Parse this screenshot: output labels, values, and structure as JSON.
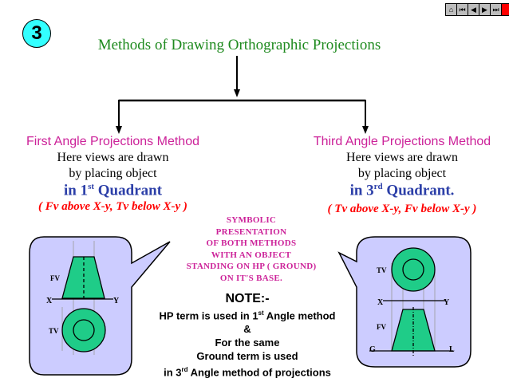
{
  "slide": {
    "number": "3",
    "title": "Methods of Drawing Orthographic Projections"
  },
  "nav": {
    "buttons": [
      {
        "name": "home",
        "glyph": "⌂"
      },
      {
        "name": "first",
        "glyph": "⏮"
      },
      {
        "name": "previous",
        "glyph": "◀"
      },
      {
        "name": "next",
        "glyph": "▶"
      },
      {
        "name": "last",
        "glyph": "⏭"
      },
      {
        "name": "end",
        "glyph": ""
      }
    ]
  },
  "first_angle": {
    "heading": "First Angle Projections Method",
    "line1": "Here views are drawn",
    "line2": "by placing object",
    "quadrant_prefix": "in 1",
    "quadrant_sup": "st",
    "quadrant_suffix": " Quadrant",
    "relation": "( Fv above X-y,  Tv below X-y )",
    "figure": {
      "fv_label": "FV",
      "tv_label": "TV",
      "x_label": "X",
      "y_label": "Y"
    }
  },
  "third_angle": {
    "heading": "Third Angle Projections Method",
    "line1": "Here views are drawn",
    "line2": "by placing object",
    "quadrant_prefix": "in 3",
    "quadrant_sup": "rd",
    "quadrant_suffix": " Quadrant.",
    "relation": "( Tv above X-y,  Fv below X-y )",
    "figure": {
      "tv_label": "TV",
      "fv_label": "FV",
      "x_label": "X",
      "y_label": "Y",
      "g_label": "G",
      "l_label": "L"
    }
  },
  "symbolic": {
    "lines": [
      "SYMBOLIC",
      "PRESENTATION",
      "OF BOTH METHODS",
      "WITH AN OBJECT",
      "STANDING ON HP ( GROUND)",
      "ON IT'S BASE."
    ]
  },
  "note": {
    "heading": "NOTE:-",
    "line1_prefix": "HP term is used in 1",
    "line1_sup": "st",
    "line1_suffix": " Angle method",
    "line2": "&",
    "line3": "For the same",
    "line4": "Ground term is used",
    "line5_prefix": "in 3",
    "line5_sup": "rd",
    "line5_suffix": " Angle method of projections"
  },
  "colors": {
    "title_green": "#1e8a1e",
    "heading_magenta": "#cc2299",
    "quadrant_blue": "#2c3fa8",
    "relation_red": "#ff0000",
    "bubble_fill": "#ccccff",
    "object_fill": "#1fcc88",
    "badge_fill": "#33ffff"
  }
}
